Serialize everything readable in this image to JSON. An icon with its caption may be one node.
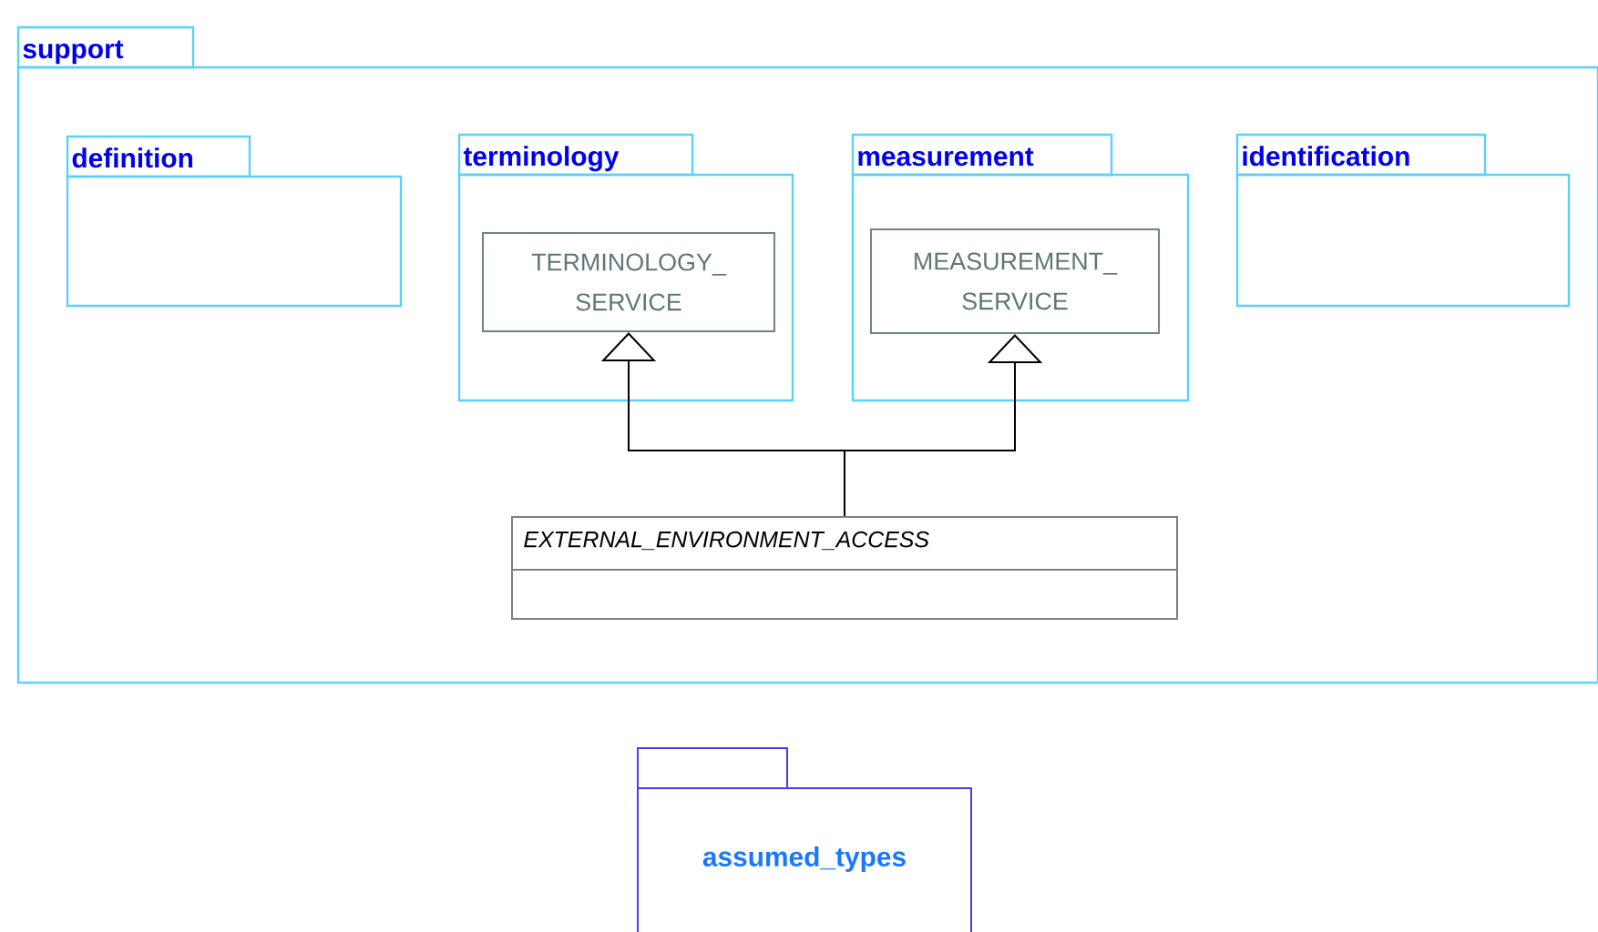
{
  "diagram": {
    "nodes": [
      {
        "text": [
          "support"
        ]
      },
      {
        "text": [
          "definition"
        ],
        "in": 0
      },
      {
        "text": [
          "terminology"
        ],
        "in": 0
      },
      {
        "text": [
          "TERMINOLOGY_ SERVICE"
        ],
        "in": 2
      },
      {
        "text": [
          "measurement"
        ],
        "in": 0
      },
      {
        "text": [
          "MEASUREMENT_ SERVICE"
        ],
        "in": 4
      },
      {
        "text": [
          "identification"
        ],
        "in": 0
      },
      {
        "text": [
          "EXTERNAL_ENVIRONMENT_ACCESS"
        ],
        "in": 0
      },
      {
        "text": [
          "assumed_types"
        ]
      }
    ],
    "edges": [
      {
        "from": 7,
        "to": 3,
        "arrow": "to"
      },
      {
        "from": 7,
        "to": 5,
        "arrow": "to"
      }
    ]
  }
}
